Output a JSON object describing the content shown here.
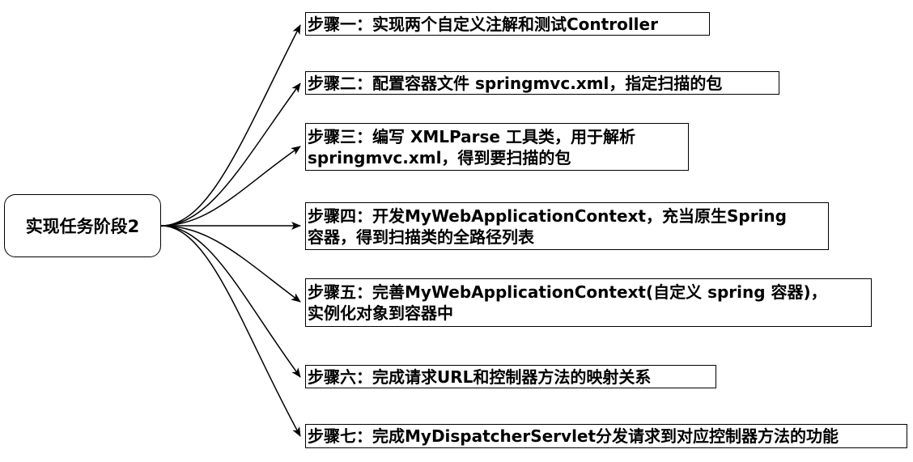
{
  "root": {
    "label": "实现任务阶段2"
  },
  "steps": [
    {
      "label": "步骤一：实现两个自定义注解和测试Controller"
    },
    {
      "label": "步骤二：配置容器文件 springmvc.xml，指定扫描的包"
    },
    {
      "label": "步骤三：编写 XMLParse 工具类，用于解析\nspringmvc.xml，得到要扫描的包"
    },
    {
      "label": "步骤四：开发MyWebApplicationContext，充当原生Spring\n容器，得到扫描类的全路径列表"
    },
    {
      "label": "步骤五：完善MyWebApplicationContext(自定义 spring 容器)，\n实例化对象到容器中"
    },
    {
      "label": "步骤六：完成请求URL和控制器方法的映射关系"
    },
    {
      "label": "步骤七：完成MyDispatcherServlet分发请求到对应控制器方法的功能"
    }
  ],
  "colors": {
    "line": "#000000",
    "text": "#000000",
    "background": "#ffffff"
  }
}
